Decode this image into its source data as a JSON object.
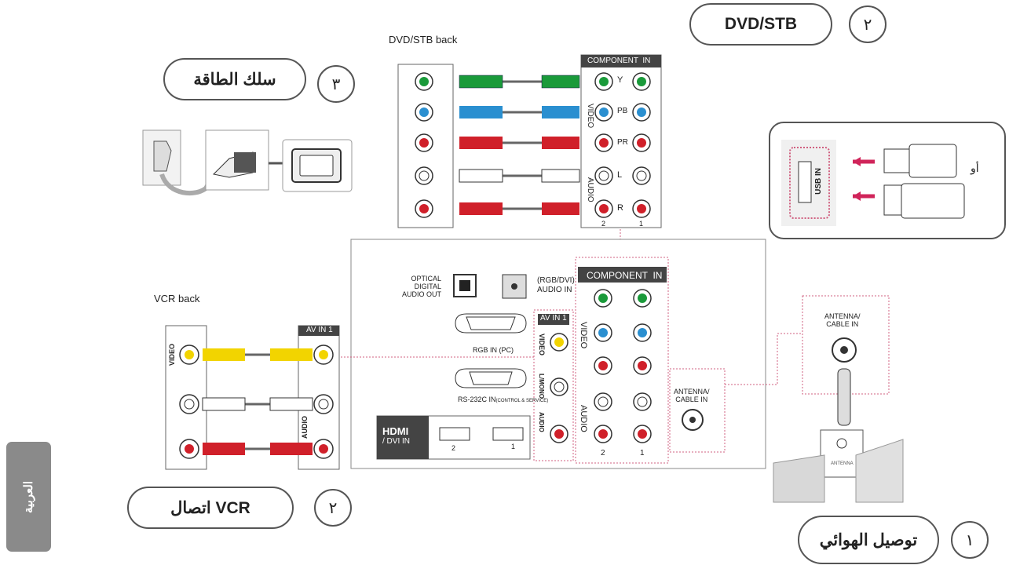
{
  "steps": {
    "antenna": {
      "num": "١",
      "title": "توصيل الهوائي"
    },
    "dvd": {
      "num": "٢",
      "title": "DVD/STB"
    },
    "power": {
      "num": "٣",
      "title": "سلك الطاقة"
    },
    "vcr": {
      "num": "٢",
      "title": "اتصال VCR"
    }
  },
  "labels": {
    "dvd_back": "DVD/STB back",
    "vcr_back": "VCR back",
    "side_tab": "العربية"
  },
  "dvd_panel": {
    "header": "COMPONENT  IN",
    "video": "VIDEO",
    "audio": "AUDIO",
    "y": "Y",
    "pb": "PB",
    "pr": "PR",
    "l": "L",
    "r": "R",
    "col2": "2",
    "col1": "1"
  },
  "tv_panel": {
    "optical": "OPTICAL\nDIGITAL\nAUDIO OUT",
    "rgb_audio": "(RGB/DVI)\nAUDIO IN",
    "rgb_in": "RGB IN (PC)",
    "rs232": "RS-232C IN",
    "rs232_sub": "(CONTROL & SERVICE)",
    "hdmi": "HDMI",
    "dvi": "/ DVI IN",
    "hdmi2": "2",
    "hdmi1": "1",
    "av_in": "AV IN 1",
    "component": "COMPONENT  IN",
    "antenna": "ANTENNA/\nCABLE IN",
    "video": "VIDEO",
    "audio": "AUDIO",
    "lmono": "L/MONO",
    "col2": "2",
    "col1": "1"
  },
  "vcr_panel": {
    "header": "AV IN 1",
    "video": "VIDEO",
    "audio": "AUDIO"
  },
  "usb": {
    "label": "USB IN",
    "or": "أو"
  },
  "antenna_box": {
    "label": "ANTENNA/\nCABLE IN",
    "building": "ANTENNA"
  },
  "colors": {
    "green": "#1a9a3a",
    "blue": "#2a8fd0",
    "red": "#d0202a",
    "yellow": "#f2d400",
    "white": "#ffffff",
    "dotted": "#d06080"
  }
}
